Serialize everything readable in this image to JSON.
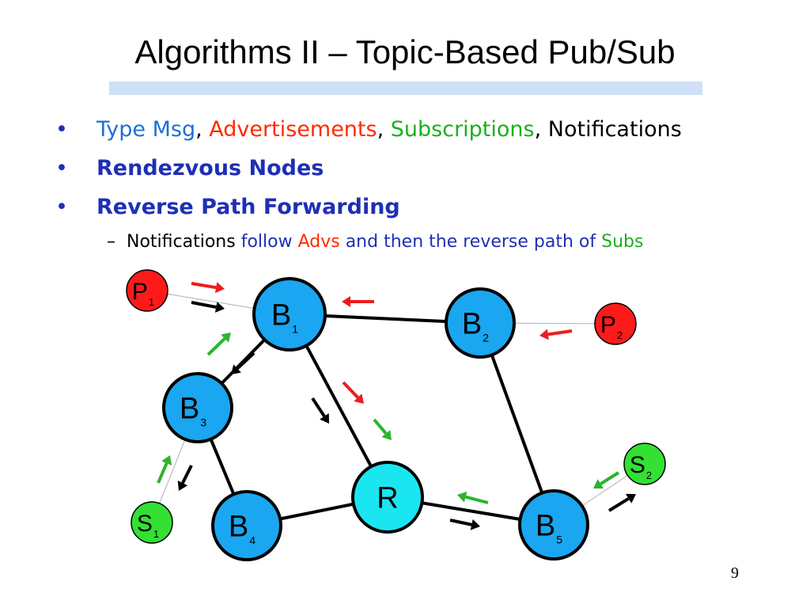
{
  "title": "Algorithms II – Topic-Based Pub/Sub",
  "bullets": {
    "bullet_char": "•",
    "line1": {
      "type_msg": "Type Msg",
      "sep1": ",",
      "advertisements": "Advertisements",
      "sep2": ",",
      "subscriptions": "Subscriptions",
      "sep3": ",",
      "notifications": "Notifications"
    },
    "line2": "Rendezvous Nodes",
    "line3": "Reverse Path Forwarding",
    "sub": {
      "dash": "–",
      "notifications": "Notifications",
      "follow": "follow",
      "advs": "Advs",
      "and_then": "and then the reverse path of",
      "subs": "Subs"
    }
  },
  "diagram": {
    "nodes": [
      {
        "id": "B1",
        "letter": "B",
        "sub": "1",
        "kind": "broker"
      },
      {
        "id": "B2",
        "letter": "B",
        "sub": "2",
        "kind": "broker"
      },
      {
        "id": "B3",
        "letter": "B",
        "sub": "3",
        "kind": "broker"
      },
      {
        "id": "B4",
        "letter": "B",
        "sub": "4",
        "kind": "broker"
      },
      {
        "id": "B5",
        "letter": "B",
        "sub": "5",
        "kind": "broker"
      },
      {
        "id": "R",
        "letter": "R",
        "sub": "",
        "kind": "rendezvous"
      },
      {
        "id": "P1",
        "letter": "P",
        "sub": "1",
        "kind": "publisher"
      },
      {
        "id": "P2",
        "letter": "P",
        "sub": "2",
        "kind": "publisher"
      },
      {
        "id": "S1",
        "letter": "S",
        "sub": "1",
        "kind": "subscriber"
      },
      {
        "id": "S2",
        "letter": "S",
        "sub": "2",
        "kind": "subscriber"
      }
    ],
    "edges": [
      {
        "from": "B1",
        "to": "B2",
        "style": "thick"
      },
      {
        "from": "B1",
        "to": "B3",
        "style": "thick"
      },
      {
        "from": "B1",
        "to": "R",
        "style": "thick"
      },
      {
        "from": "B2",
        "to": "B5",
        "style": "thick"
      },
      {
        "from": "B3",
        "to": "B4",
        "style": "thick"
      },
      {
        "from": "B4",
        "to": "R",
        "style": "thick"
      },
      {
        "from": "R",
        "to": "B5",
        "style": "thick"
      },
      {
        "from": "P1",
        "to": "B1",
        "style": "thin"
      },
      {
        "from": "B2",
        "to": "P2",
        "style": "thin"
      },
      {
        "from": "B3",
        "to": "S1",
        "style": "thin"
      },
      {
        "from": "B5",
        "to": "S2",
        "style": "thin"
      }
    ],
    "arrow_meaning": {
      "red": "advertisement",
      "green": "subscription",
      "black": "notification"
    }
  },
  "colors": {
    "broker_fill": "#1aa6f0",
    "rendezvous_fill": "#1ae6f2",
    "publisher_fill": "#ff1a1a",
    "subscriber_fill": "#33e033",
    "adv_arrow": "#ee1c1c",
    "sub_arrow": "#2ab52a",
    "notif_arrow": "#000000",
    "title_bar": "#cfe0f7"
  },
  "page_number": "9"
}
